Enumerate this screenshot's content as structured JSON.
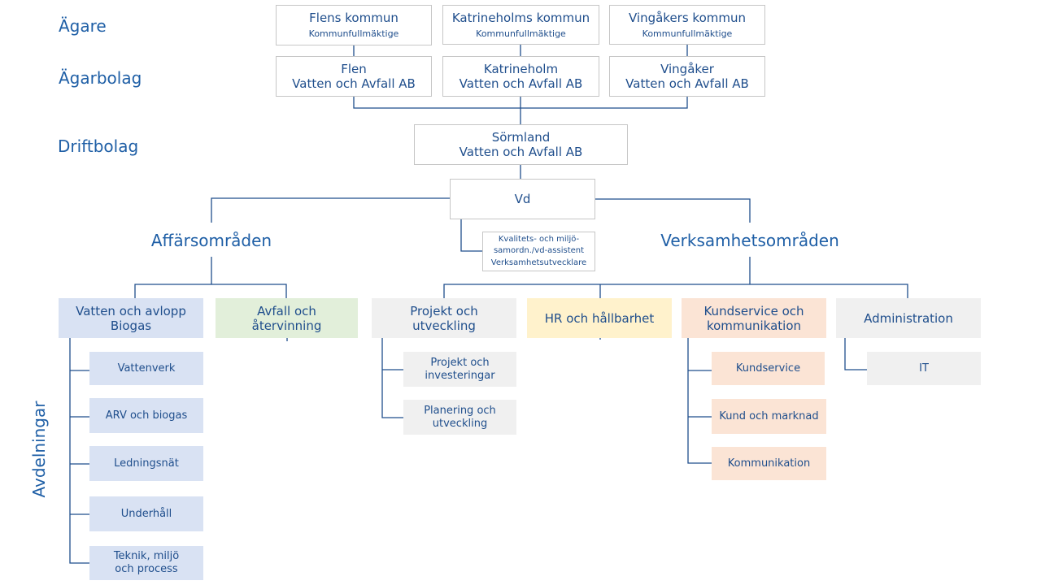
{
  "row_labels": {
    "agare": "Ägare",
    "agarbolag": "Ägarbolag",
    "driftbolag": "Driftbolag",
    "avdelningar": "Avdelningar"
  },
  "owners": [
    {
      "name": "Flens kommun",
      "sub": "Kommunfullmäktige"
    },
    {
      "name": "Katrineholms kommun",
      "sub": "Kommunfullmäktige"
    },
    {
      "name": "Vingåkers kommun",
      "sub": "Kommunfullmäktige"
    }
  ],
  "owner_companies": [
    {
      "line1": "Flen",
      "line2": "Vatten och Avfall AB"
    },
    {
      "line1": "Katrineholm",
      "line2": "Vatten och Avfall AB"
    },
    {
      "line1": "Vingåker",
      "line2": "Vatten och Avfall AB"
    }
  ],
  "operating_company": {
    "line1": "Sörmland",
    "line2": "Vatten och Avfall AB"
  },
  "ceo": "Vd",
  "staff": {
    "line1": "Kvalitets- och miljö-",
    "line2": "samordn./vd-assistent",
    "line3": "Verksamhetsutvecklare"
  },
  "sections": {
    "business": "Affärsområden",
    "operations": "Verksamhetsområden"
  },
  "departments": [
    {
      "line1": "Vatten och avlopp",
      "line2": "Biogas",
      "color": "#d9e2f3"
    },
    {
      "line1": "Avfall och",
      "line2": "återvinning",
      "color": "#e2efda"
    },
    {
      "line1": "Projekt och",
      "line2": "utveckling",
      "color": "#f0f0f0"
    },
    {
      "line1": "HR och hållbarhet",
      "line2": "",
      "color": "#fff2cc"
    },
    {
      "line1": "Kundservice och",
      "line2": "kommunikation",
      "color": "#fbe4d5"
    },
    {
      "line1": "Administration",
      "line2": "",
      "color": "#f0f0f0"
    }
  ],
  "units": {
    "water": [
      {
        "line1": "Vattenverk",
        "line2": ""
      },
      {
        "line1": "ARV och biogas",
        "line2": ""
      },
      {
        "line1": "Ledningsnät",
        "line2": ""
      },
      {
        "line1": "Underhåll",
        "line2": ""
      },
      {
        "line1": "Teknik, miljö",
        "line2": "och process"
      }
    ],
    "projects": [
      {
        "line1": "Projekt och",
        "line2": "investeringar"
      },
      {
        "line1": "Planering och",
        "line2": "utveckling"
      }
    ],
    "customer": [
      {
        "line1": "Kundservice",
        "line2": ""
      },
      {
        "line1": "Kund och marknad",
        "line2": ""
      },
      {
        "line1": "Kommunikation",
        "line2": ""
      }
    ],
    "admin": [
      {
        "line1": "IT",
        "line2": ""
      }
    ]
  },
  "colors": {
    "text": "#1f4e8c",
    "connector": "#1f4e8c",
    "box_border": "#c6c6c6"
  }
}
